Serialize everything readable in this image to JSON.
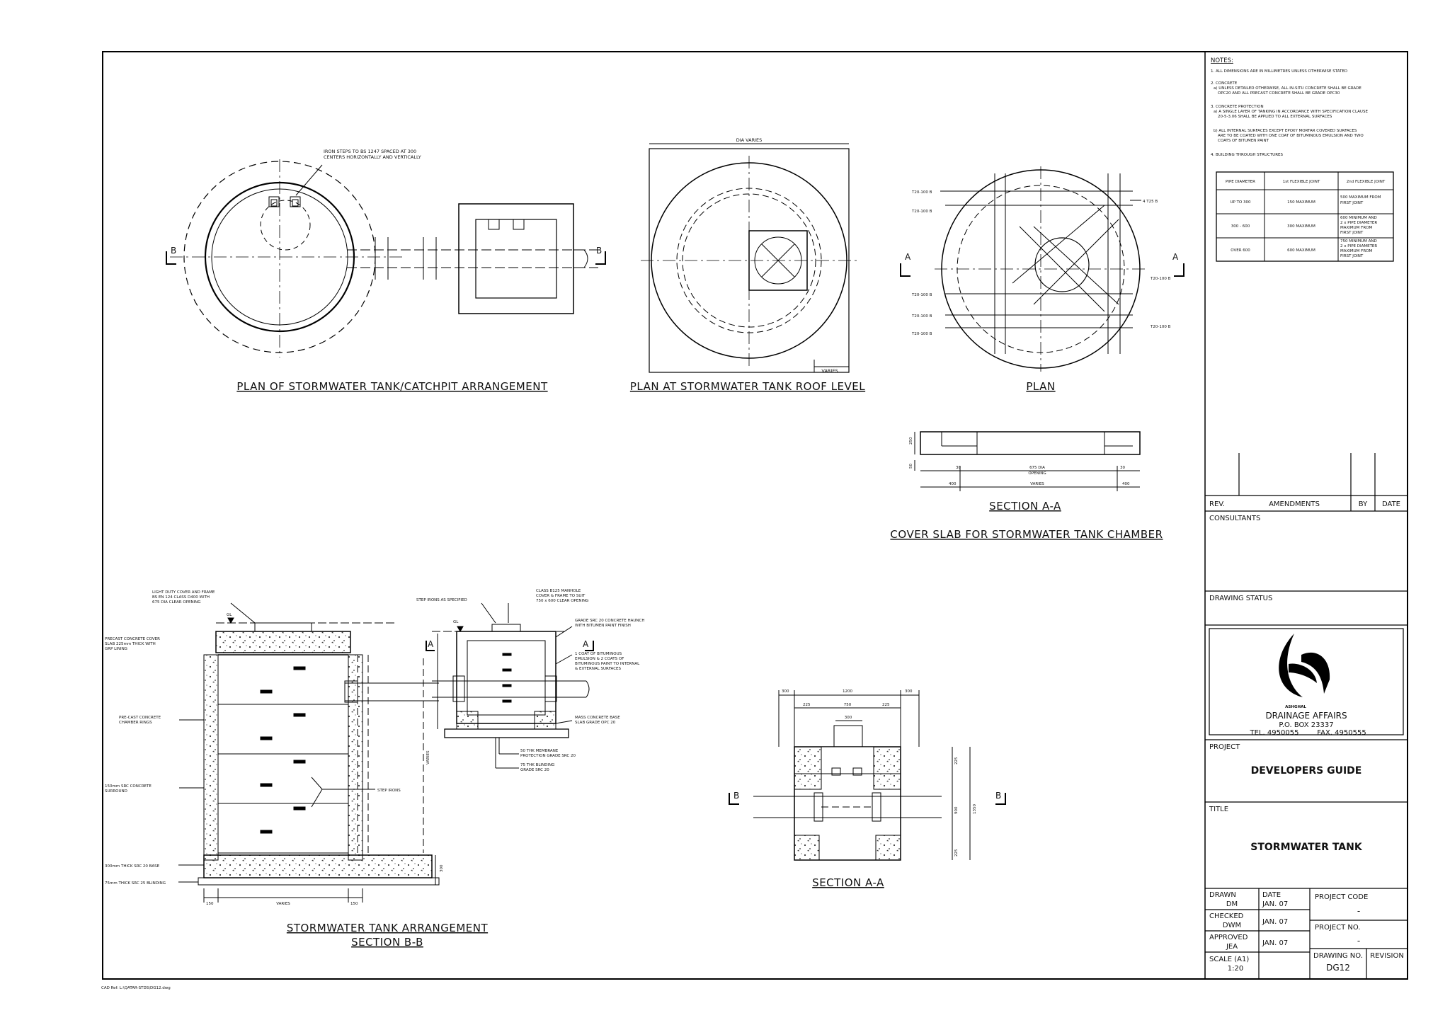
{
  "titles": {
    "plan_catchpit": "PLAN OF STORMWATER TANK/CATCHPIT ARRANGEMENT",
    "plan_roof": "PLAN AT STORMWATER TANK ROOF LEVEL",
    "plan": "PLAN",
    "section_aa_slab": "SECTION A-A",
    "cover_slab": "COVER SLAB FOR STORMWATER TANK CHAMBER",
    "arrangement_1": "STORMWATER TANK ARRANGEMENT",
    "arrangement_2": "SECTION B-B",
    "section_aa_chamber": "SECTION A-A"
  },
  "labels": {
    "iron_steps_1": "IRON STEPS TO BS 1247 SPACED AT 300",
    "iron_steps_2": "CENTERS HORIZONTALLY AND VERTICALLY",
    "dia_varies": "DIA VARIES",
    "varies": "VARIES",
    "b": "B",
    "a": "A",
    "t20_100b": "T20-100 B",
    "t25_4": "4 T25 B",
    "gl": "GL",
    "light_duty_1": "LIGHT DUTY COVER AND FRAME",
    "light_duty_2": "BS EN 124 CLASS D400 WITH",
    "light_duty_3": "675 DIA CLEAR OPENING",
    "precast_slab_1": "PRECAST CONCRETE COVER",
    "precast_slab_2": "SLAB 225mm THICK WITH",
    "precast_slab_3": "GRP LINING",
    "precast_rings_1": "PRE-CAST CONCRETE",
    "precast_rings_2": "CHAMBER RINGS",
    "surround_1": "150mm SRC CONCRETE",
    "surround_2": "SURROUND",
    "base_300": "300mm THICK SRC 20 BASE",
    "blinding_75": "75mm THICK SRC 25 BLINDING",
    "step_irons": "STEP IRONS",
    "step_irons_spec": "STEP IRONS AS SPECIFIED",
    "class_b125_1": "CLASS B125 MANHOLE",
    "class_b125_2": "COVER & FRAME TO SUIT",
    "class_b125_3": "750 x 600 CLEAR OPENING",
    "haunch_1": "GRADE SRC 20 CONCRETE HAUNCH",
    "haunch_2": "WITH BITUMEN PAINT FINISH",
    "bitumen_1": "1 COAT OF BITUMINOUS",
    "bitumen_2": "EMULSION & 2 COATS OF",
    "bitumen_3": "BITUMINOUS PAINT TO INTERNAL",
    "bitumen_4": "& EXTERNAL SURFACES",
    "mass_base_1": "MASS CONCRETE BASE",
    "mass_base_2": "SLAB GRADE OPC 20",
    "membrane_1": "50 THK MEMBRANE",
    "membrane_2": "PROTECTION GRADE SRC 20",
    "blinding_1": "75 THK BLINDING",
    "blinding_2": "GRADE SRC 20",
    "dim_150": "150",
    "dim_300": "300",
    "dim_1200": "1200",
    "dim_225": "225",
    "dim_750": "750",
    "dim_900": "900",
    "dim_1350": "1350",
    "dim_250": "250",
    "dim_50": "50",
    "dim_30": "30",
    "dim_400": "400",
    "dim_675_1": "675 DIA",
    "dim_675_2": "OPENING",
    "cad_ref": "CAD Ref: L:\\QATAR-STDS\\DG12.dwg"
  },
  "notes": {
    "heading": "NOTES:",
    "n1": "1. ALL DIMENSIONS ARE IN MILLIMETRES UNLESS OTHERWISE STATED",
    "n2_a": "2. CONCRETE",
    "n2_b": "a) UNLESS DETAILED OTHERWISE, ALL IN-SITU CONCRETE SHALL BE GRADE",
    "n2_c": "OPC20 AND ALL PRECAST CONCRETE SHALL BE GRADE OPC30",
    "n3_a": "3. CONCRETE PROTECTION",
    "n3_b": "a) A SINGLE LAYER OF TANKING IN ACCORDANCE WITH SPECIFICATION CLAUSE",
    "n3_c": "20-5-3.06 SHALL BE APPLIED TO ALL EXTERNAL SURFACES",
    "n3_d": "b) ALL INTERNAL SURFACES EXCEPT EPOXY MORTAR COVERED SURFACES",
    "n3_e": "ARE TO BE COATED WITH ONE COAT OF BITUMINOUS EMULSION AND TWO",
    "n3_f": "COATS OF BITUMEN PAINT",
    "n4": "4. BUILDING THROUGH STRUCTURES"
  },
  "joint_table": {
    "headers": [
      "PIPE DIAMETER",
      "1st FLEXIBLE JOINT",
      "2nd FLEXIBLE JOINT"
    ],
    "rows": [
      [
        "UP TO 300",
        "150 MAXIMUM",
        "500 MAXIMUM FROM",
        "FIRST JOINT",
        "",
        ""
      ],
      [
        "300 - 600",
        "300 MAXIMUM",
        "600 MINIMUM AND",
        "2 x PIPE DIAMETER",
        "MAXIMUM FROM",
        "FIRST JOINT"
      ],
      [
        "OVER 600",
        "600 MAXIMUM",
        "750 MINIMUM AND",
        "2 x PIPE DIAMETER",
        "MAXIMUM FROM",
        "FIRST JOINT"
      ]
    ]
  },
  "title_block": {
    "rev": "REV.",
    "amendments": "AMENDMENTS",
    "by": "BY",
    "date": "DATE",
    "consultants": "CONSULTANTS",
    "drawing_status": "DRAWING STATUS",
    "org": "DRAINAGE AFFAIRS",
    "po_box": "P.O. BOX 23337",
    "tel": "TEL. 4950055",
    "fax": "FAX. 4950555",
    "logo_text": "ASHGHAL",
    "project_label": "PROJECT",
    "project": "DEVELOPERS GUIDE",
    "title_label": "TITLE",
    "title": "STORMWATER TANK",
    "drawn_label": "DRAWN",
    "drawn": "DM",
    "date_label": "DATE",
    "drawn_date": "JAN. 07",
    "checked_label": "CHECKED",
    "checked": "DWM",
    "checked_date": "JAN. 07",
    "approved_label": "APPROVED",
    "approved": "JEA",
    "approved_date": "JAN. 07",
    "scale_label": "SCALE (A1)",
    "scale": "1:20",
    "project_code_label": "PROJECT CODE",
    "project_code": "-",
    "project_no_label": "PROJECT NO.",
    "project_no": "-",
    "drawing_no_label": "DRAWING NO.",
    "drawing_no": "DG12",
    "revision_label": "REVISION",
    "revision": ""
  }
}
